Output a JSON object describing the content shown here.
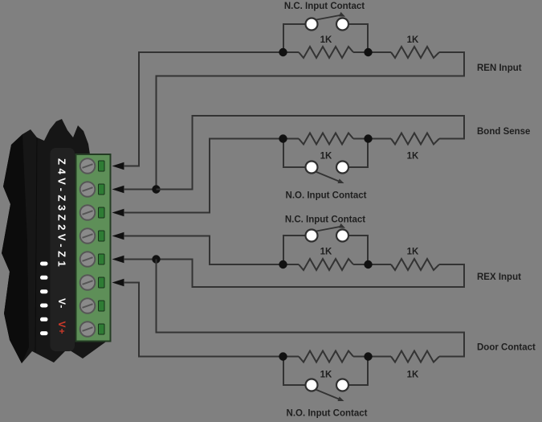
{
  "background_color": "#808080",
  "device": {
    "model_label": "Z4V-Z3Z2V-Z1",
    "v_minus_label": "V-",
    "v_plus_label": "V+",
    "terminal_count": 8,
    "led_count": 6,
    "connected_terminal_arrows": 6
  },
  "circuits": [
    {
      "name": "REN Input",
      "contact_label": "N.C. Input Contact",
      "contact_type": "normally-closed",
      "resistor1_label": "1K",
      "resistor2_label": "1K"
    },
    {
      "name": "Bond Sense",
      "contact_label": "N.O. Input Contact",
      "contact_type": "normally-open",
      "resistor1_label": "1K",
      "resistor2_label": "1K"
    },
    {
      "name": "REX Input",
      "contact_label": "N.C. Input Contact",
      "contact_type": "normally-closed",
      "resistor1_label": "1K",
      "resistor2_label": "1K"
    },
    {
      "name": "Door Contact",
      "contact_label": "N.O. Input Contact",
      "contact_type": "normally-open",
      "resistor1_label": "1K",
      "resistor2_label": "1K"
    }
  ],
  "colors": {
    "background": "#808080",
    "wire": "#333333",
    "label_text": "#1f1f1f",
    "device_body": "#161616",
    "device_panel": "#212121",
    "terminal_block": "#5e8f58",
    "terminal_slot": "#2e7c34",
    "screw": "#8a8a8a",
    "led": "#ffffff",
    "v_minus_text": "#ffffff",
    "v_plus_text": "#cf3a2a"
  }
}
